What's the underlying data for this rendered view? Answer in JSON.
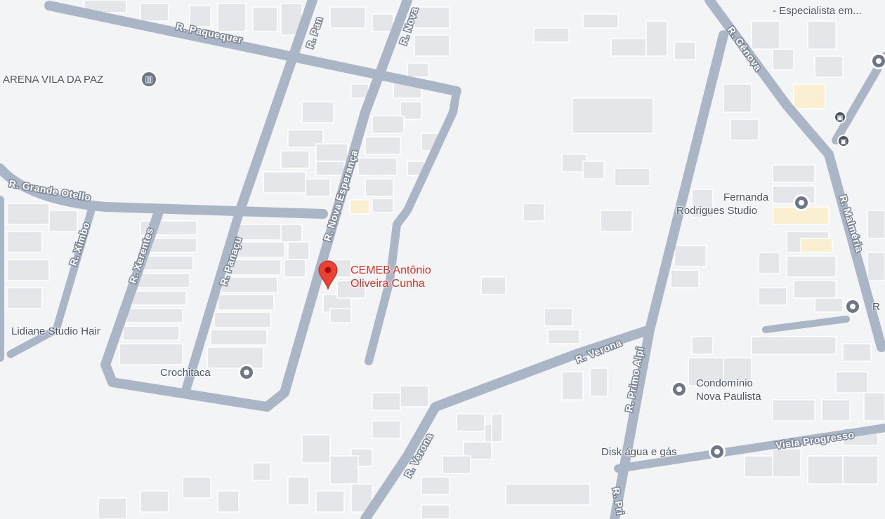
{
  "map": {
    "streets": {
      "paquequer": "R. Paquequer",
      "pan": "R. Pan",
      "nova_top": "R. Nova",
      "grande_otello": "R. Grande Otello",
      "nova_esperanca": "R. Nova Esperança",
      "ximbo": "R. Ximbo",
      "xerentes": "R. Xerentes",
      "panacu": "R. Panaçu",
      "genova": "R. Gênova",
      "malmeria": "R. Malméria",
      "verona": "R. Verona",
      "verona_lower": "R. Verona",
      "primo_alpi": "R. Primo Alpi",
      "primo_bottom": "R. Pri",
      "viela_progresso": "Viela Progresso"
    },
    "pois": {
      "especialista": "- Especialista em...",
      "arena": "ARENA VILA DA PAZ",
      "fernanda_line1": "Fernanda",
      "fernanda_line2": "Rodrigues Studio",
      "lidiane": "Lidiane Studio Hair",
      "crochitaca": "Crochitaca",
      "condominio_line1": "Condomínio",
      "condominio_line2": "Nova Paulista",
      "disk": "Disk água e gás",
      "r_edge": "R"
    },
    "selected": {
      "line1": "CEMEB Antônio",
      "line2": "Oliveira Cunha",
      "color": "#d93025"
    },
    "colors": {
      "background": "#f3f4f6",
      "road": "#aab5c5",
      "building": "#e4e6ea"
    }
  }
}
